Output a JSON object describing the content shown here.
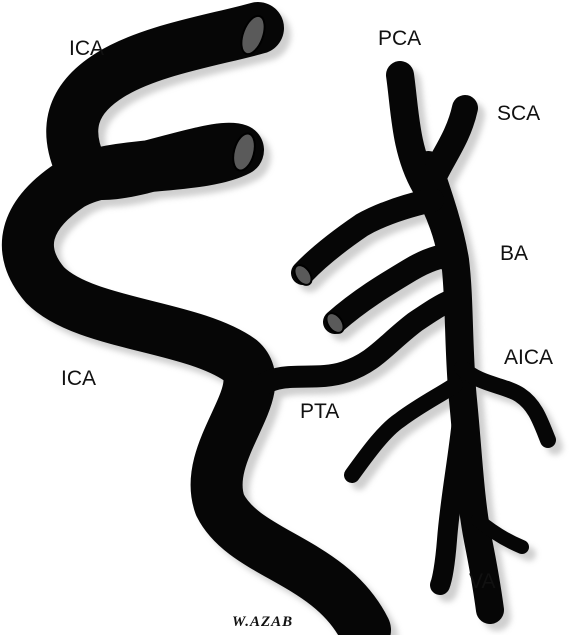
{
  "labels": {
    "ica_top": "ICA",
    "ica_bottom": "ICA",
    "pca": "PCA",
    "sca": "SCA",
    "ba": "BA",
    "aica": "AICA",
    "pta": "PTA",
    "va": "VA"
  },
  "signature": "W.AZAB",
  "colors": {
    "vessel": "#060606",
    "shadow": "#a9a9a9",
    "background": "#ffffff",
    "lumen": "#5a5a5a"
  }
}
